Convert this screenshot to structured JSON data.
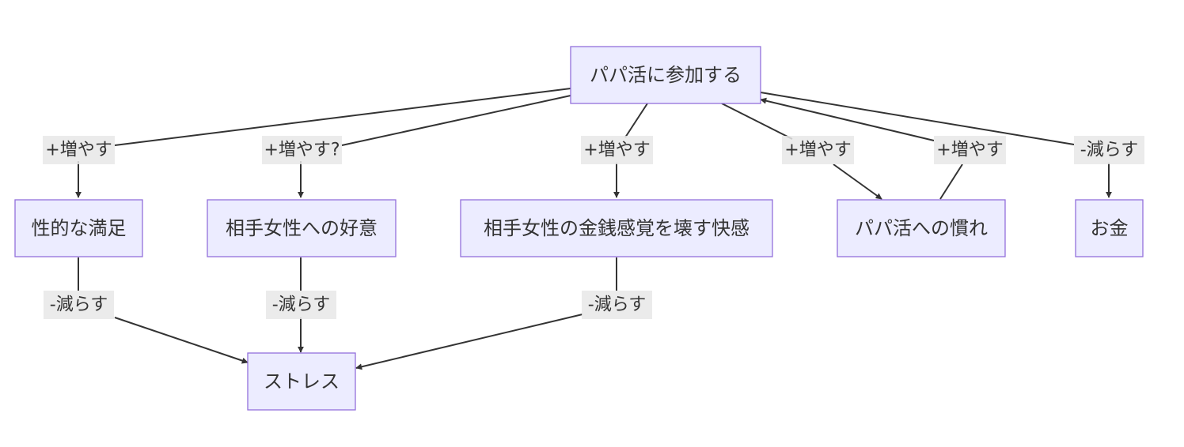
{
  "nodes": {
    "participate": "パパ活に参加する",
    "sexual": "性的な満足",
    "favor": "相手女性への好意",
    "pleasure": "相手女性の金銭感覚を壊す快感",
    "habit": "パパ活への慣れ",
    "money": "お金",
    "stress": "ストレス"
  },
  "edges": [
    {
      "from": "participate",
      "to": "sexual",
      "label": "+増やす"
    },
    {
      "from": "participate",
      "to": "favor",
      "label": "+増やす?"
    },
    {
      "from": "participate",
      "to": "pleasure",
      "label": "+増やす"
    },
    {
      "from": "participate",
      "to": "habit",
      "label": "+増やす"
    },
    {
      "from": "habit",
      "to": "participate",
      "label": "+増やす"
    },
    {
      "from": "participate",
      "to": "money",
      "label": "-減らす"
    },
    {
      "from": "sexual",
      "to": "stress",
      "label": "-減らす"
    },
    {
      "from": "favor",
      "to": "stress",
      "label": "-減らす"
    },
    {
      "from": "pleasure",
      "to": "stress",
      "label": "-減らす"
    }
  ],
  "colors": {
    "node_fill": "#ececff",
    "node_stroke": "#9370db",
    "edge": "#333333",
    "label_bg": "#e8e8e8",
    "text": "#333333"
  }
}
